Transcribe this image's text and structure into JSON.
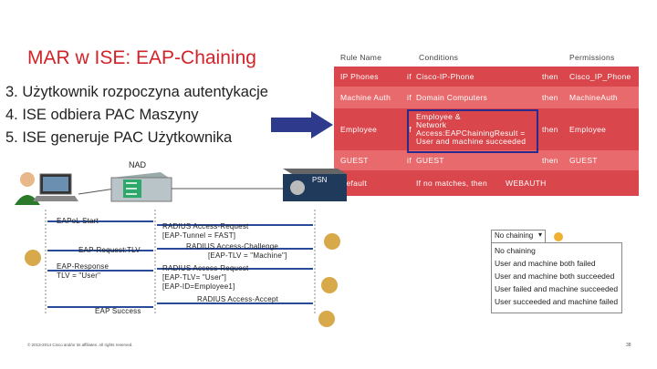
{
  "title": "MAR w ISE: EAP-Chaining",
  "bullets": [
    "3. Użytkownik rozpoczyna autentykacje",
    "4. ISE odbiera PAC Maszyny",
    "5. ISE generuje PAC Użytkownika"
  ],
  "policy_table": {
    "headers": {
      "rule": "Rule Name",
      "conditions": "Conditions",
      "permissions": "Permissions"
    },
    "rows": [
      {
        "rule": "IP Phones",
        "if": "if",
        "condition": "Cisco-IP-Phone",
        "then": "then",
        "permission": "Cisco_IP_Phone"
      },
      {
        "rule": "Machine Auth",
        "if": "if",
        "condition": "Domain Computers",
        "then": "then",
        "permission": "MachineAuth"
      },
      {
        "rule": "Employee",
        "if": "if",
        "condition_lines": [
          "Employee &",
          "Network",
          "Access:EAPChainingResult =",
          "User and machine succeeded"
        ],
        "then": "then",
        "permission": "Employee"
      },
      {
        "rule": "GUEST",
        "if": "if",
        "condition": "GUEST",
        "then": "then",
        "permission": "GUEST"
      },
      {
        "rule": "Default",
        "if": "",
        "condition": "If no matches, then",
        "then": "",
        "permission": "WEBAUTH"
      }
    ]
  },
  "diagram": {
    "nad": "NAD",
    "psn": "PSN",
    "left_messages": [
      "EAPoL Start",
      "EAP-Request:TLV",
      "EAP-Response",
      "TLV = \"User\"",
      "EAP Success"
    ],
    "right_messages": [
      "RADIUS Access-Request",
      "[EAP-Tunnel = FAST]",
      "RADIUS Access-Challenge",
      "[EAP-TLV = \"Machine\"]",
      "RADIUS Access-Request",
      "[EAP-TLV= \"User\"]",
      "[EAP-ID=Employee1]",
      "RADIUS Access-Accept"
    ]
  },
  "dropdown": {
    "selected": "No chaining",
    "options": [
      "No chaining",
      "User and machine both failed",
      "User and machine both succeeded",
      "User failed and machine succeeded",
      "User succeeded and machine failed"
    ]
  },
  "footer": "© 2013-2014 Cisco and/or its affiliates. All rights reserved.",
  "page_number": "38",
  "colors": {
    "title": "#d2232a",
    "table_row": "#d9464b",
    "highlight_border": "#2a2a8a"
  }
}
